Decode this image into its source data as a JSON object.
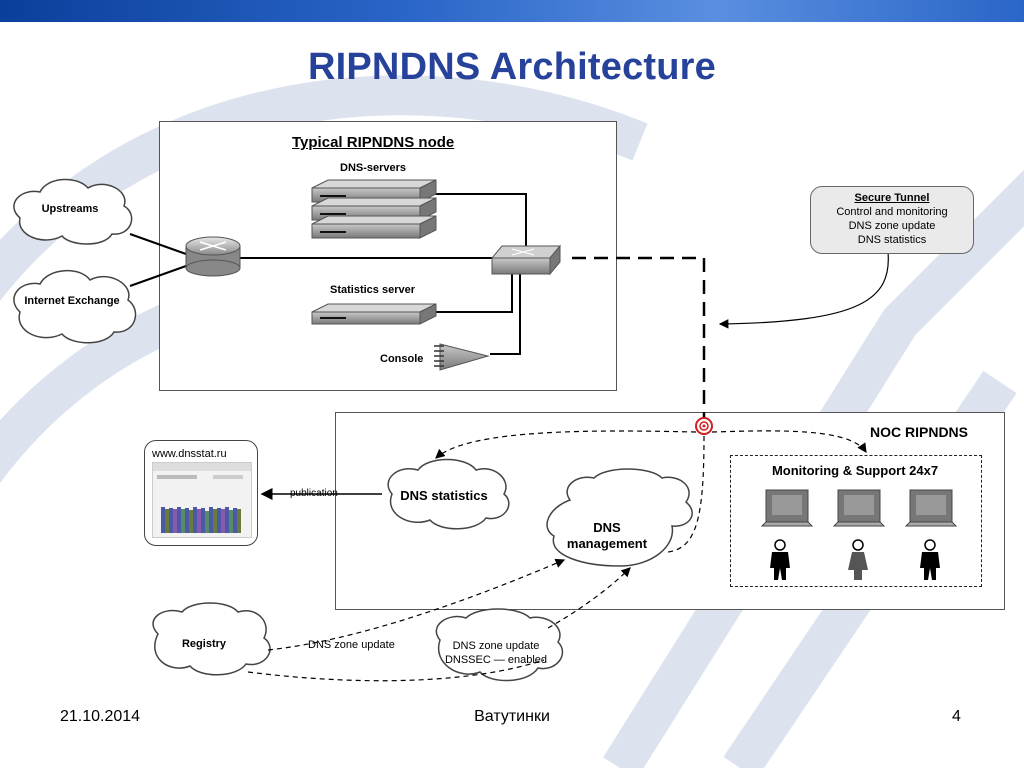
{
  "slide": {
    "title": "RIPNDNS Architecture",
    "footer": {
      "date": "21.10.2014",
      "place": "Ватутинки",
      "page": "4"
    }
  },
  "node": {
    "title": "Typical RIPNDNS node",
    "dns_servers_label": "DNS-servers",
    "statistics_server_label": "Statistics server",
    "console_label": "Console"
  },
  "external": {
    "upstreams": "Upstreams",
    "internet_exchange": "Internet Exchange"
  },
  "tunnel": {
    "title": "Secure   Tunnel",
    "lines": [
      "Control and monitoring",
      "DNS zone update",
      "DNS statistics"
    ]
  },
  "noc": {
    "title": "NOC RIPNDNS",
    "monitoring_title": "Monitoring & Support 24x7",
    "dns_statistics": "DNS statistics",
    "dns_management": "DNS management"
  },
  "dnsstat_site": {
    "url": "www.dnsstat.ru"
  },
  "links": {
    "publication": "publication",
    "dns_zone_update": "DNS zone update",
    "dnssec_cloud": "DNS zone update DNSSEC — enabled"
  },
  "registry": {
    "label": "Registry"
  },
  "colors": {
    "title": "#27429a",
    "topbar": "#2a66c8",
    "tunnel_bg": "#eaeaea",
    "target": "#d02020"
  }
}
